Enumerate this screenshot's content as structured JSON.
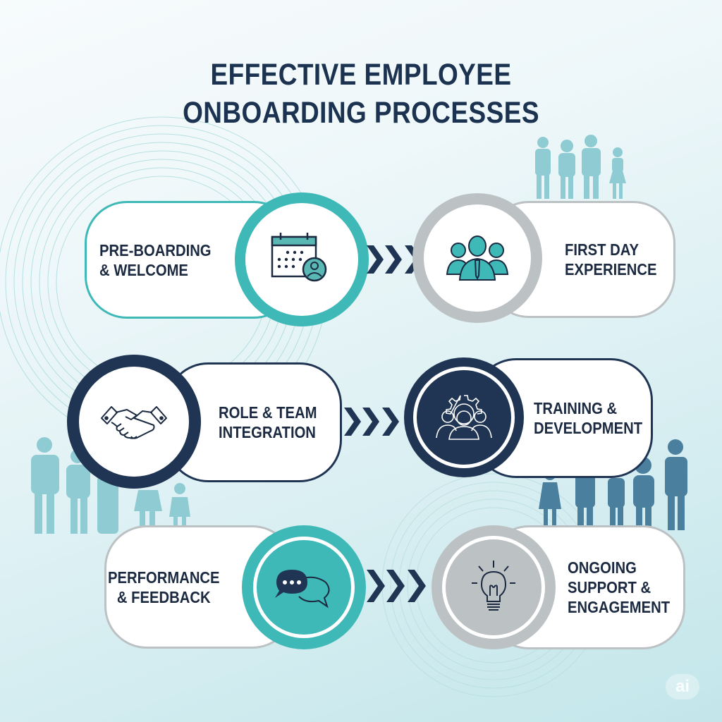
{
  "title": {
    "line1": "EFFECTIVE EMPLOYEE",
    "line2": "ONBOARDING PROCESSES"
  },
  "colors": {
    "navy": "#1f3553",
    "teal": "#3fb8b8",
    "gray": "#bcc1c4",
    "text": "#1b2a40",
    "people_light": "#8fcbd3",
    "people_dark": "#4a7f9e"
  },
  "steps": [
    {
      "id": 1,
      "label": "PRE-BOARDING\n& WELCOME",
      "icon": "calendar-user-icon",
      "circle_color": "teal"
    },
    {
      "id": 2,
      "label": "FIRST DAY\nEXPERIENCE",
      "icon": "team-people-icon",
      "circle_color": "gray"
    },
    {
      "id": 3,
      "label": "ROLE & TEAM\nINTEGRATION",
      "icon": "handshake-icon",
      "circle_color": "navy"
    },
    {
      "id": 4,
      "label": "TRAINING &\nDEVELOPMENT",
      "icon": "gear-people-icon",
      "circle_color": "navy"
    },
    {
      "id": 5,
      "label": "PERFORMANCE\n& FEEDBACK",
      "icon": "chat-bubbles-icon",
      "circle_color": "teal"
    },
    {
      "id": 6,
      "label": "ONGOING\nSUPPORT &\nENGAGEMENT",
      "icon": "lightbulb-icon",
      "circle_color": "gray"
    }
  ],
  "connectors": [
    {
      "from": 1,
      "to": 2,
      "icon": "triple-chevron-right-icon"
    },
    {
      "from": 3,
      "to": 4,
      "icon": "triple-chevron-right-icon"
    },
    {
      "from": 5,
      "to": 6,
      "icon": "triple-chevron-right-icon"
    }
  ],
  "watermark": "ai"
}
